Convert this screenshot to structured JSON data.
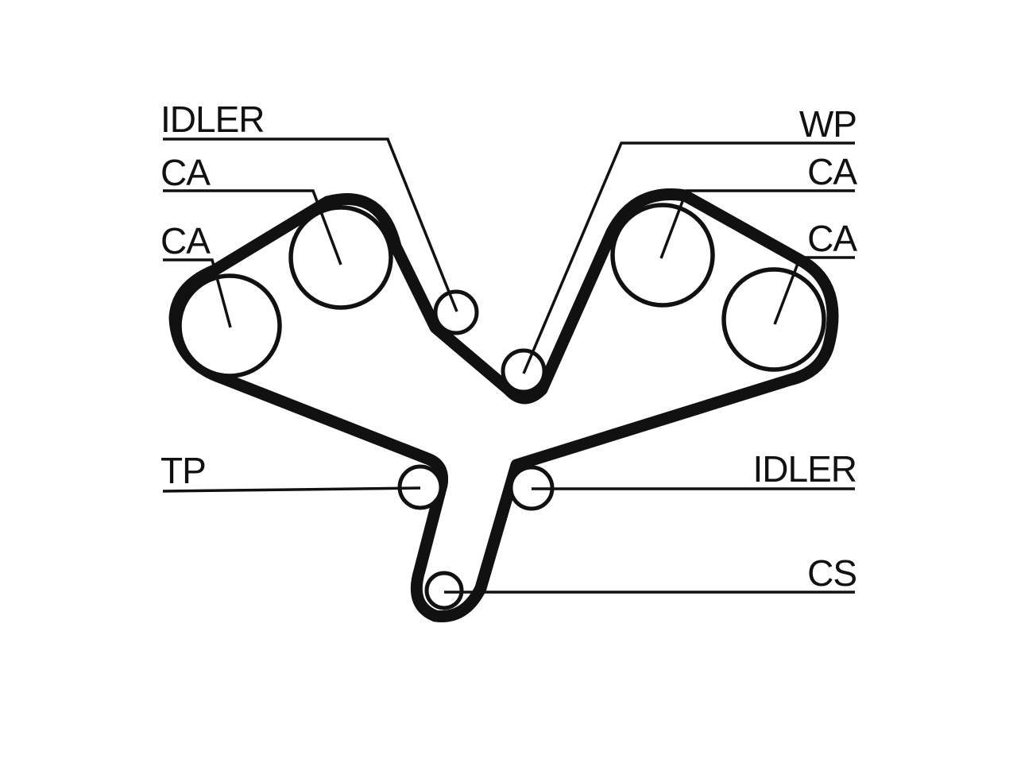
{
  "diagram": {
    "labels": {
      "idler_top_left": "IDLER",
      "ca_left_upper": "CA",
      "ca_left_lower": "CA",
      "tp": "TP",
      "wp": "WP",
      "ca_right_upper": "CA",
      "ca_right_lower": "CA",
      "idler_bottom_right": "IDLER",
      "cs": "CS"
    },
    "colors": {
      "ink": "#111111",
      "background": "#ffffff"
    }
  }
}
